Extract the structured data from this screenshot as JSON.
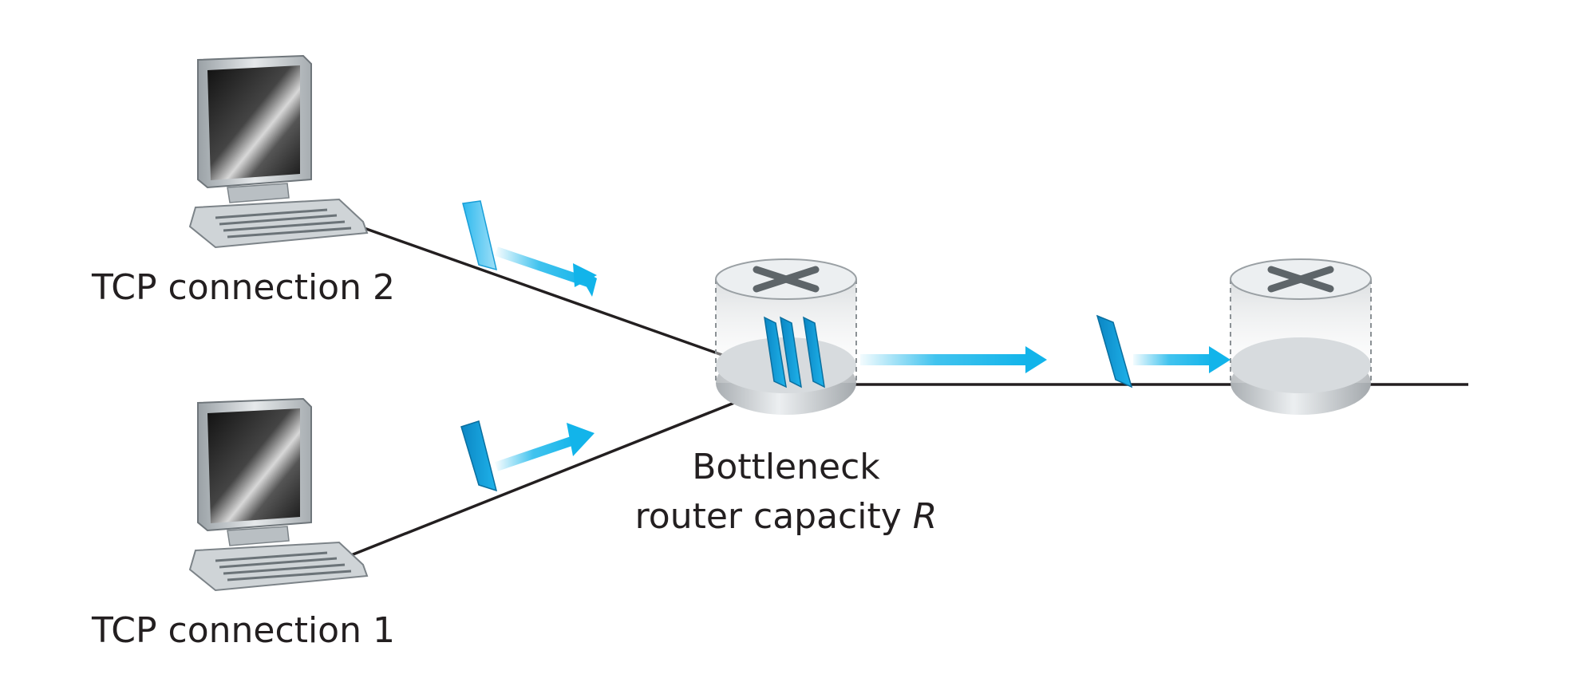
{
  "labels": {
    "connection2": "TCP connection 2",
    "connection1": "TCP connection 1",
    "bottleneck_line1": "Bottleneck",
    "bottleneck_line2": "router capacity ",
    "bottleneck_var": "R"
  },
  "colors": {
    "packet": "#1aa3dc",
    "packet_dark": "#0b7fb8",
    "arrow": "#12b4ea",
    "link": "#231f20",
    "router_top": "#e9ecee",
    "router_base": "#d5d9dc"
  },
  "icons": {
    "host_top": "computer-icon",
    "host_bottom": "computer-icon",
    "router_bottleneck": "router-icon",
    "router_next": "router-icon"
  }
}
